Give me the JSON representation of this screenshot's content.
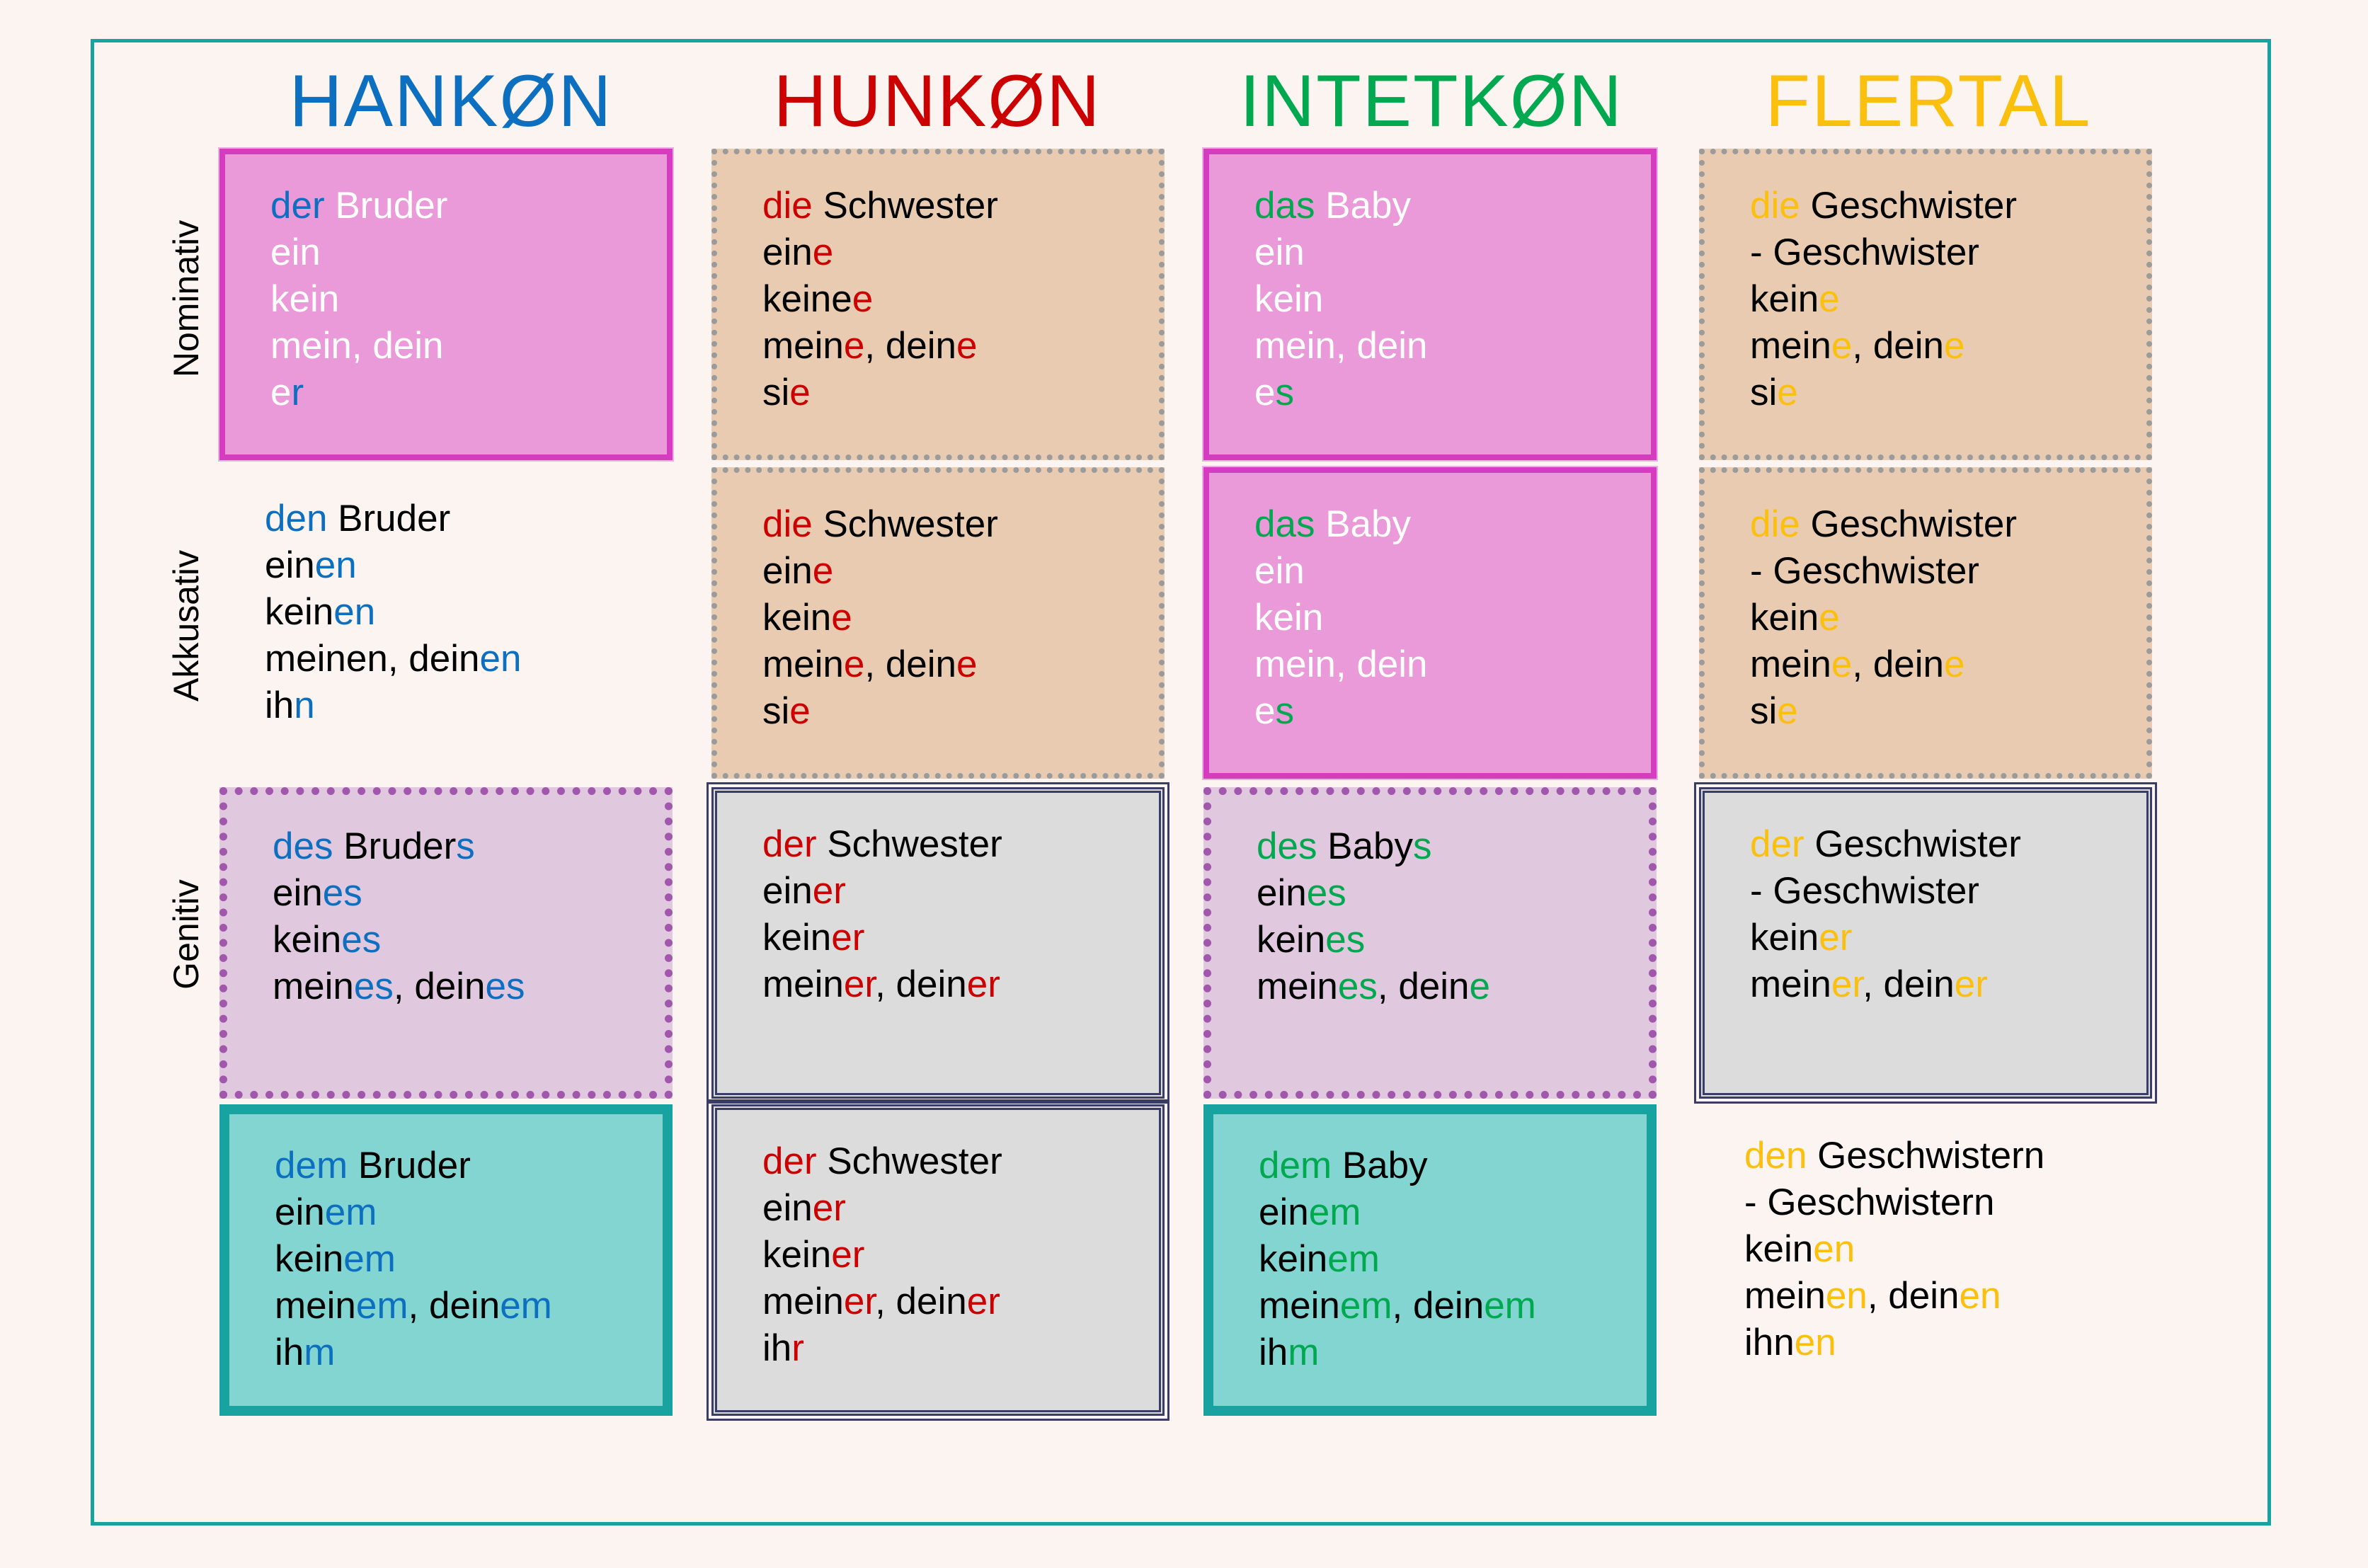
{
  "colors": {
    "background": "#fbf4f0",
    "frame": "#19a3a0",
    "black": "#000000",
    "white": "#ffffff",
    "hankon": "#0d6fbf",
    "hunkon": "#cc0000",
    "intetkon": "#00a84f",
    "flertal": "#fbbf0e"
  },
  "headers": [
    {
      "label": "HANKØN",
      "color": "#0d6fbf"
    },
    {
      "label": "HUNKØN",
      "color": "#cc0000"
    },
    {
      "label": "INTETKØN",
      "color": "#00a84f"
    },
    {
      "label": "FLERTAL",
      "color": "#fbbf0e"
    }
  ],
  "row_labels": [
    "Nominativ",
    "Akkusativ",
    "Genitiv"
  ],
  "columns": [
    {
      "name": "hankon",
      "cells": [
        {
          "style": "pink",
          "lines": [
            [
              [
                "der",
                "hankon"
              ],
              [
                " Bruder",
                "white"
              ]
            ],
            [
              [
                "ein",
                "white"
              ]
            ],
            [
              [
                "kein",
                "white"
              ]
            ],
            [
              [
                "mein, dein",
                "white"
              ]
            ],
            [
              [
                "e",
                "white"
              ],
              [
                "r",
                "hankon"
              ]
            ]
          ]
        },
        {
          "style": "none",
          "lines": [
            [
              [
                "den",
                "hankon"
              ],
              [
                " Bruder",
                "black"
              ]
            ],
            [
              [
                "ein",
                "black"
              ],
              [
                "en",
                "hankon"
              ]
            ],
            [
              [
                "kein",
                "black"
              ],
              [
                "en",
                "hankon"
              ]
            ],
            [
              [
                "meinen, dein",
                "black"
              ],
              [
                "en",
                "hankon"
              ]
            ],
            [
              [
                "ih",
                "black"
              ],
              [
                "n",
                "hankon"
              ]
            ]
          ]
        },
        {
          "style": "lav",
          "lines": [
            [
              [
                "des",
                "hankon"
              ],
              [
                " Bruder",
                "black"
              ],
              [
                "s",
                "hankon"
              ]
            ],
            [
              [
                "ein",
                "black"
              ],
              [
                "es",
                "hankon"
              ]
            ],
            [
              [
                "kein",
                "black"
              ],
              [
                "es",
                "hankon"
              ]
            ],
            [
              [
                "mein",
                "black"
              ],
              [
                "es",
                "hankon"
              ],
              [
                ", dein",
                "black"
              ],
              [
                "es",
                "hankon"
              ]
            ]
          ]
        },
        {
          "style": "teal",
          "lines": [
            [
              [
                "dem",
                "hankon"
              ],
              [
                " Bruder",
                "black"
              ]
            ],
            [
              [
                "ein",
                "black"
              ],
              [
                "em",
                "hankon"
              ]
            ],
            [
              [
                "kein",
                "black"
              ],
              [
                "em",
                "hankon"
              ]
            ],
            [
              [
                "mein",
                "black"
              ],
              [
                "em",
                "hankon"
              ],
              [
                ", dein",
                "black"
              ],
              [
                "em",
                "hankon"
              ]
            ],
            [
              [
                "ih",
                "black"
              ],
              [
                "m",
                "hankon"
              ]
            ]
          ]
        }
      ]
    },
    {
      "name": "hunkon",
      "cells": [
        {
          "style": "tan",
          "lines": [
            [
              [
                "die",
                "hunkon"
              ],
              [
                " Schwester",
                "black"
              ]
            ],
            [
              [
                "ein",
                "black"
              ],
              [
                "e",
                "hunkon"
              ]
            ],
            [
              [
                "keine",
                "black"
              ],
              [
                "e",
                "hunkon"
              ]
            ],
            [
              [
                "mein",
                "black"
              ],
              [
                "e",
                "hunkon"
              ],
              [
                ", dein",
                "black"
              ],
              [
                "e",
                "hunkon"
              ]
            ],
            [
              [
                "si",
                "black"
              ],
              [
                "e",
                "hunkon"
              ]
            ]
          ]
        },
        {
          "style": "tan",
          "lines": [
            [
              [
                "die",
                "hunkon"
              ],
              [
                " Schwester",
                "black"
              ]
            ],
            [
              [
                "ein",
                "black"
              ],
              [
                "e",
                "hunkon"
              ]
            ],
            [
              [
                "kein",
                "black"
              ],
              [
                "e",
                "hunkon"
              ]
            ],
            [
              [
                "mein",
                "black"
              ],
              [
                "e",
                "hunkon"
              ],
              [
                ", dein",
                "black"
              ],
              [
                "e",
                "hunkon"
              ]
            ],
            [
              [
                "si",
                "black"
              ],
              [
                "e",
                "hunkon"
              ]
            ]
          ]
        },
        {
          "style": "grey",
          "lines": [
            [
              [
                "der",
                "hunkon"
              ],
              [
                " Schwester",
                "black"
              ]
            ],
            [
              [
                "ein",
                "black"
              ],
              [
                "er",
                "hunkon"
              ]
            ],
            [
              [
                "kein",
                "black"
              ],
              [
                "er",
                "hunkon"
              ]
            ],
            [
              [
                "mein",
                "black"
              ],
              [
                "er",
                "hunkon"
              ],
              [
                ", dein",
                "black"
              ],
              [
                "er",
                "hunkon"
              ]
            ]
          ]
        },
        {
          "style": "grey",
          "lines": [
            [
              [
                "der",
                "hunkon"
              ],
              [
                " Schwester",
                "black"
              ]
            ],
            [
              [
                "ein",
                "black"
              ],
              [
                "er",
                "hunkon"
              ]
            ],
            [
              [
                "kein",
                "black"
              ],
              [
                "er",
                "hunkon"
              ]
            ],
            [
              [
                "mein",
                "black"
              ],
              [
                "er",
                "hunkon"
              ],
              [
                ", dein",
                "black"
              ],
              [
                "er",
                "hunkon"
              ]
            ],
            [
              [
                "ih",
                "black"
              ],
              [
                "r",
                "hunkon"
              ]
            ]
          ]
        }
      ]
    },
    {
      "name": "intetkon",
      "cells": [
        {
          "style": "pink",
          "lines": [
            [
              [
                "das",
                "intetkon"
              ],
              [
                " Baby",
                "white"
              ]
            ],
            [
              [
                "ein",
                "white"
              ]
            ],
            [
              [
                "kein",
                "white"
              ]
            ],
            [
              [
                "mein, dein",
                "white"
              ]
            ],
            [
              [
                "e",
                "white"
              ],
              [
                "s",
                "intetkon"
              ]
            ]
          ]
        },
        {
          "style": "pink",
          "lines": [
            [
              [
                "das",
                "intetkon"
              ],
              [
                " Baby",
                "white"
              ]
            ],
            [
              [
                "ein",
                "white"
              ]
            ],
            [
              [
                "kein",
                "white"
              ]
            ],
            [
              [
                "mein, dein",
                "white"
              ]
            ],
            [
              [
                "e",
                "white"
              ],
              [
                "s",
                "intetkon"
              ]
            ]
          ]
        },
        {
          "style": "lav",
          "lines": [
            [
              [
                "des",
                "intetkon"
              ],
              [
                " Baby",
                "black"
              ],
              [
                "s",
                "intetkon"
              ]
            ],
            [
              [
                "ein",
                "black"
              ],
              [
                "es",
                "intetkon"
              ]
            ],
            [
              [
                "kein",
                "black"
              ],
              [
                "es",
                "intetkon"
              ]
            ],
            [
              [
                "mein",
                "black"
              ],
              [
                "es",
                "intetkon"
              ],
              [
                ", dein",
                "black"
              ],
              [
                "e",
                "intetkon"
              ]
            ]
          ]
        },
        {
          "style": "teal",
          "lines": [
            [
              [
                "dem",
                "intetkon"
              ],
              [
                " Baby",
                "black"
              ]
            ],
            [
              [
                "ein",
                "black"
              ],
              [
                "em",
                "intetkon"
              ]
            ],
            [
              [
                "kein",
                "black"
              ],
              [
                "em",
                "intetkon"
              ]
            ],
            [
              [
                "mein",
                "black"
              ],
              [
                "em",
                "intetkon"
              ],
              [
                ", dein",
                "black"
              ],
              [
                "em",
                "intetkon"
              ]
            ],
            [
              [
                "ih",
                "black"
              ],
              [
                "m",
                "intetkon"
              ]
            ]
          ]
        }
      ]
    },
    {
      "name": "flertal",
      "cells": [
        {
          "style": "tan",
          "lines": [
            [
              [
                "die",
                "flertal"
              ],
              [
                " Geschwister",
                "black"
              ]
            ],
            [
              [
                "- Geschwister",
                "black"
              ]
            ],
            [
              [
                "kein",
                "black"
              ],
              [
                "e",
                "flertal"
              ]
            ],
            [
              [
                "mein",
                "black"
              ],
              [
                "e",
                "flertal"
              ],
              [
                ", dein",
                "black"
              ],
              [
                "e",
                "flertal"
              ]
            ],
            [
              [
                "si",
                "black"
              ],
              [
                "e",
                "flertal"
              ]
            ]
          ]
        },
        {
          "style": "tan",
          "lines": [
            [
              [
                "die",
                "flertal"
              ],
              [
                " Geschwister",
                "black"
              ]
            ],
            [
              [
                "- Geschwister",
                "black"
              ]
            ],
            [
              [
                "kein",
                "black"
              ],
              [
                "e",
                "flertal"
              ]
            ],
            [
              [
                "mein",
                "black"
              ],
              [
                "e",
                "flertal"
              ],
              [
                ", dein",
                "black"
              ],
              [
                "e",
                "flertal"
              ]
            ],
            [
              [
                "si",
                "black"
              ],
              [
                "e",
                "flertal"
              ]
            ]
          ]
        },
        {
          "style": "grey",
          "lines": [
            [
              [
                "der",
                "flertal"
              ],
              [
                " Geschwister",
                "black"
              ]
            ],
            [
              [
                "- Geschwister",
                "black"
              ]
            ],
            [
              [
                "kein",
                "black"
              ],
              [
                "er",
                "flertal"
              ]
            ],
            [
              [
                "mein",
                "black"
              ],
              [
                "er",
                "flertal"
              ],
              [
                ", dein",
                "black"
              ],
              [
                "er",
                "flertal"
              ]
            ]
          ]
        },
        {
          "style": "none",
          "lines": [
            [
              [
                "den",
                "flertal"
              ],
              [
                " Geschwistern",
                "black"
              ]
            ],
            [
              [
                "- Geschwistern",
                "black"
              ]
            ],
            [
              [
                "kein",
                "black"
              ],
              [
                "en",
                "flertal"
              ]
            ],
            [
              [
                "mein",
                "black"
              ],
              [
                "en",
                "flertal"
              ],
              [
                ", dein",
                "black"
              ],
              [
                "en",
                "flertal"
              ]
            ],
            [
              [
                "ihn",
                "black"
              ],
              [
                "en",
                "flertal"
              ]
            ]
          ]
        }
      ]
    }
  ]
}
